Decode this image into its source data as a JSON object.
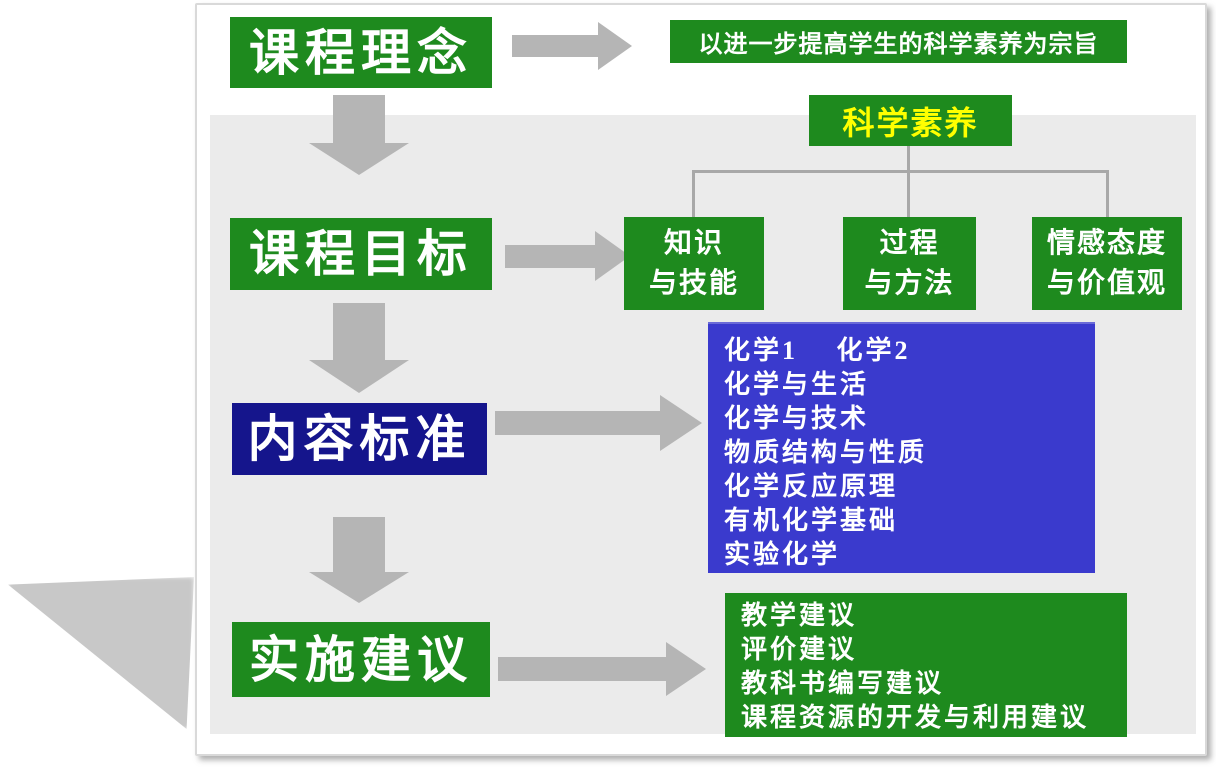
{
  "colors": {
    "box_green": "#1e8a1e",
    "box_navy": "#15158c",
    "panel_blue": "#3a3acd",
    "highlight_yellow": "#ffff00",
    "arrow_gray": "#b5b5b5",
    "connector_gray": "#a8a8a8",
    "panel_background": "#ebebeb"
  },
  "stages": [
    {
      "label": "课程理念"
    },
    {
      "label": "课程目标"
    },
    {
      "label": "内容标准"
    },
    {
      "label": "实施建议"
    }
  ],
  "purpose_banner": {
    "label": "以进一步提高学生的科学素养为宗旨"
  },
  "science_literacy": {
    "label": "科学素养"
  },
  "goals": [
    {
      "line1": "知识",
      "line2": "与技能"
    },
    {
      "line1": "过程",
      "line2": "与方法"
    },
    {
      "line1": "情感态度",
      "line2": "与价值观"
    }
  ],
  "content_standards": {
    "lines": [
      "化学1　 化学2",
      "化学与生活",
      "化学与技术",
      "物质结构与性质",
      "化学反应原理",
      "有机化学基础",
      "实验化学"
    ]
  },
  "implementation": {
    "lines": [
      "教学建议",
      "评价建议",
      "教科书编写建议",
      "课程资源的开发与利用建议"
    ]
  }
}
